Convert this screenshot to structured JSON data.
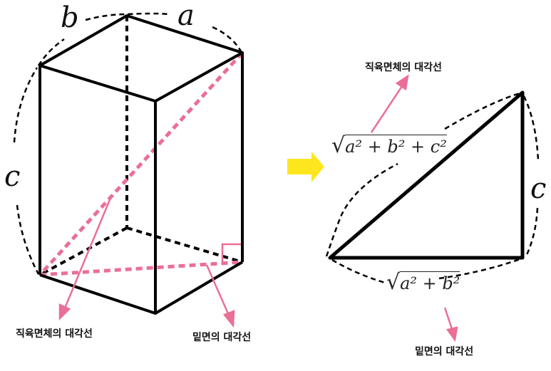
{
  "colors": {
    "line": "#000000",
    "highlight": "#ea6f96",
    "arrow": "#fde61e"
  },
  "box": {
    "label_a": "a",
    "label_b": "b",
    "label_c": "c",
    "label_space_diagonal": "직육면체의 대각선",
    "label_base_diagonal": "밑면의 대각선"
  },
  "triangle": {
    "label_c": "c",
    "hypotenuse_formula": {
      "radical": "√",
      "body": "a² + b² + c²"
    },
    "base_formula": {
      "radical": "√",
      "body": "a² + b²"
    },
    "label_space_diagonal": "직육면체의 대각선",
    "label_base_diagonal": "밑면의 대각선"
  },
  "transition_arrow": "right-arrow"
}
